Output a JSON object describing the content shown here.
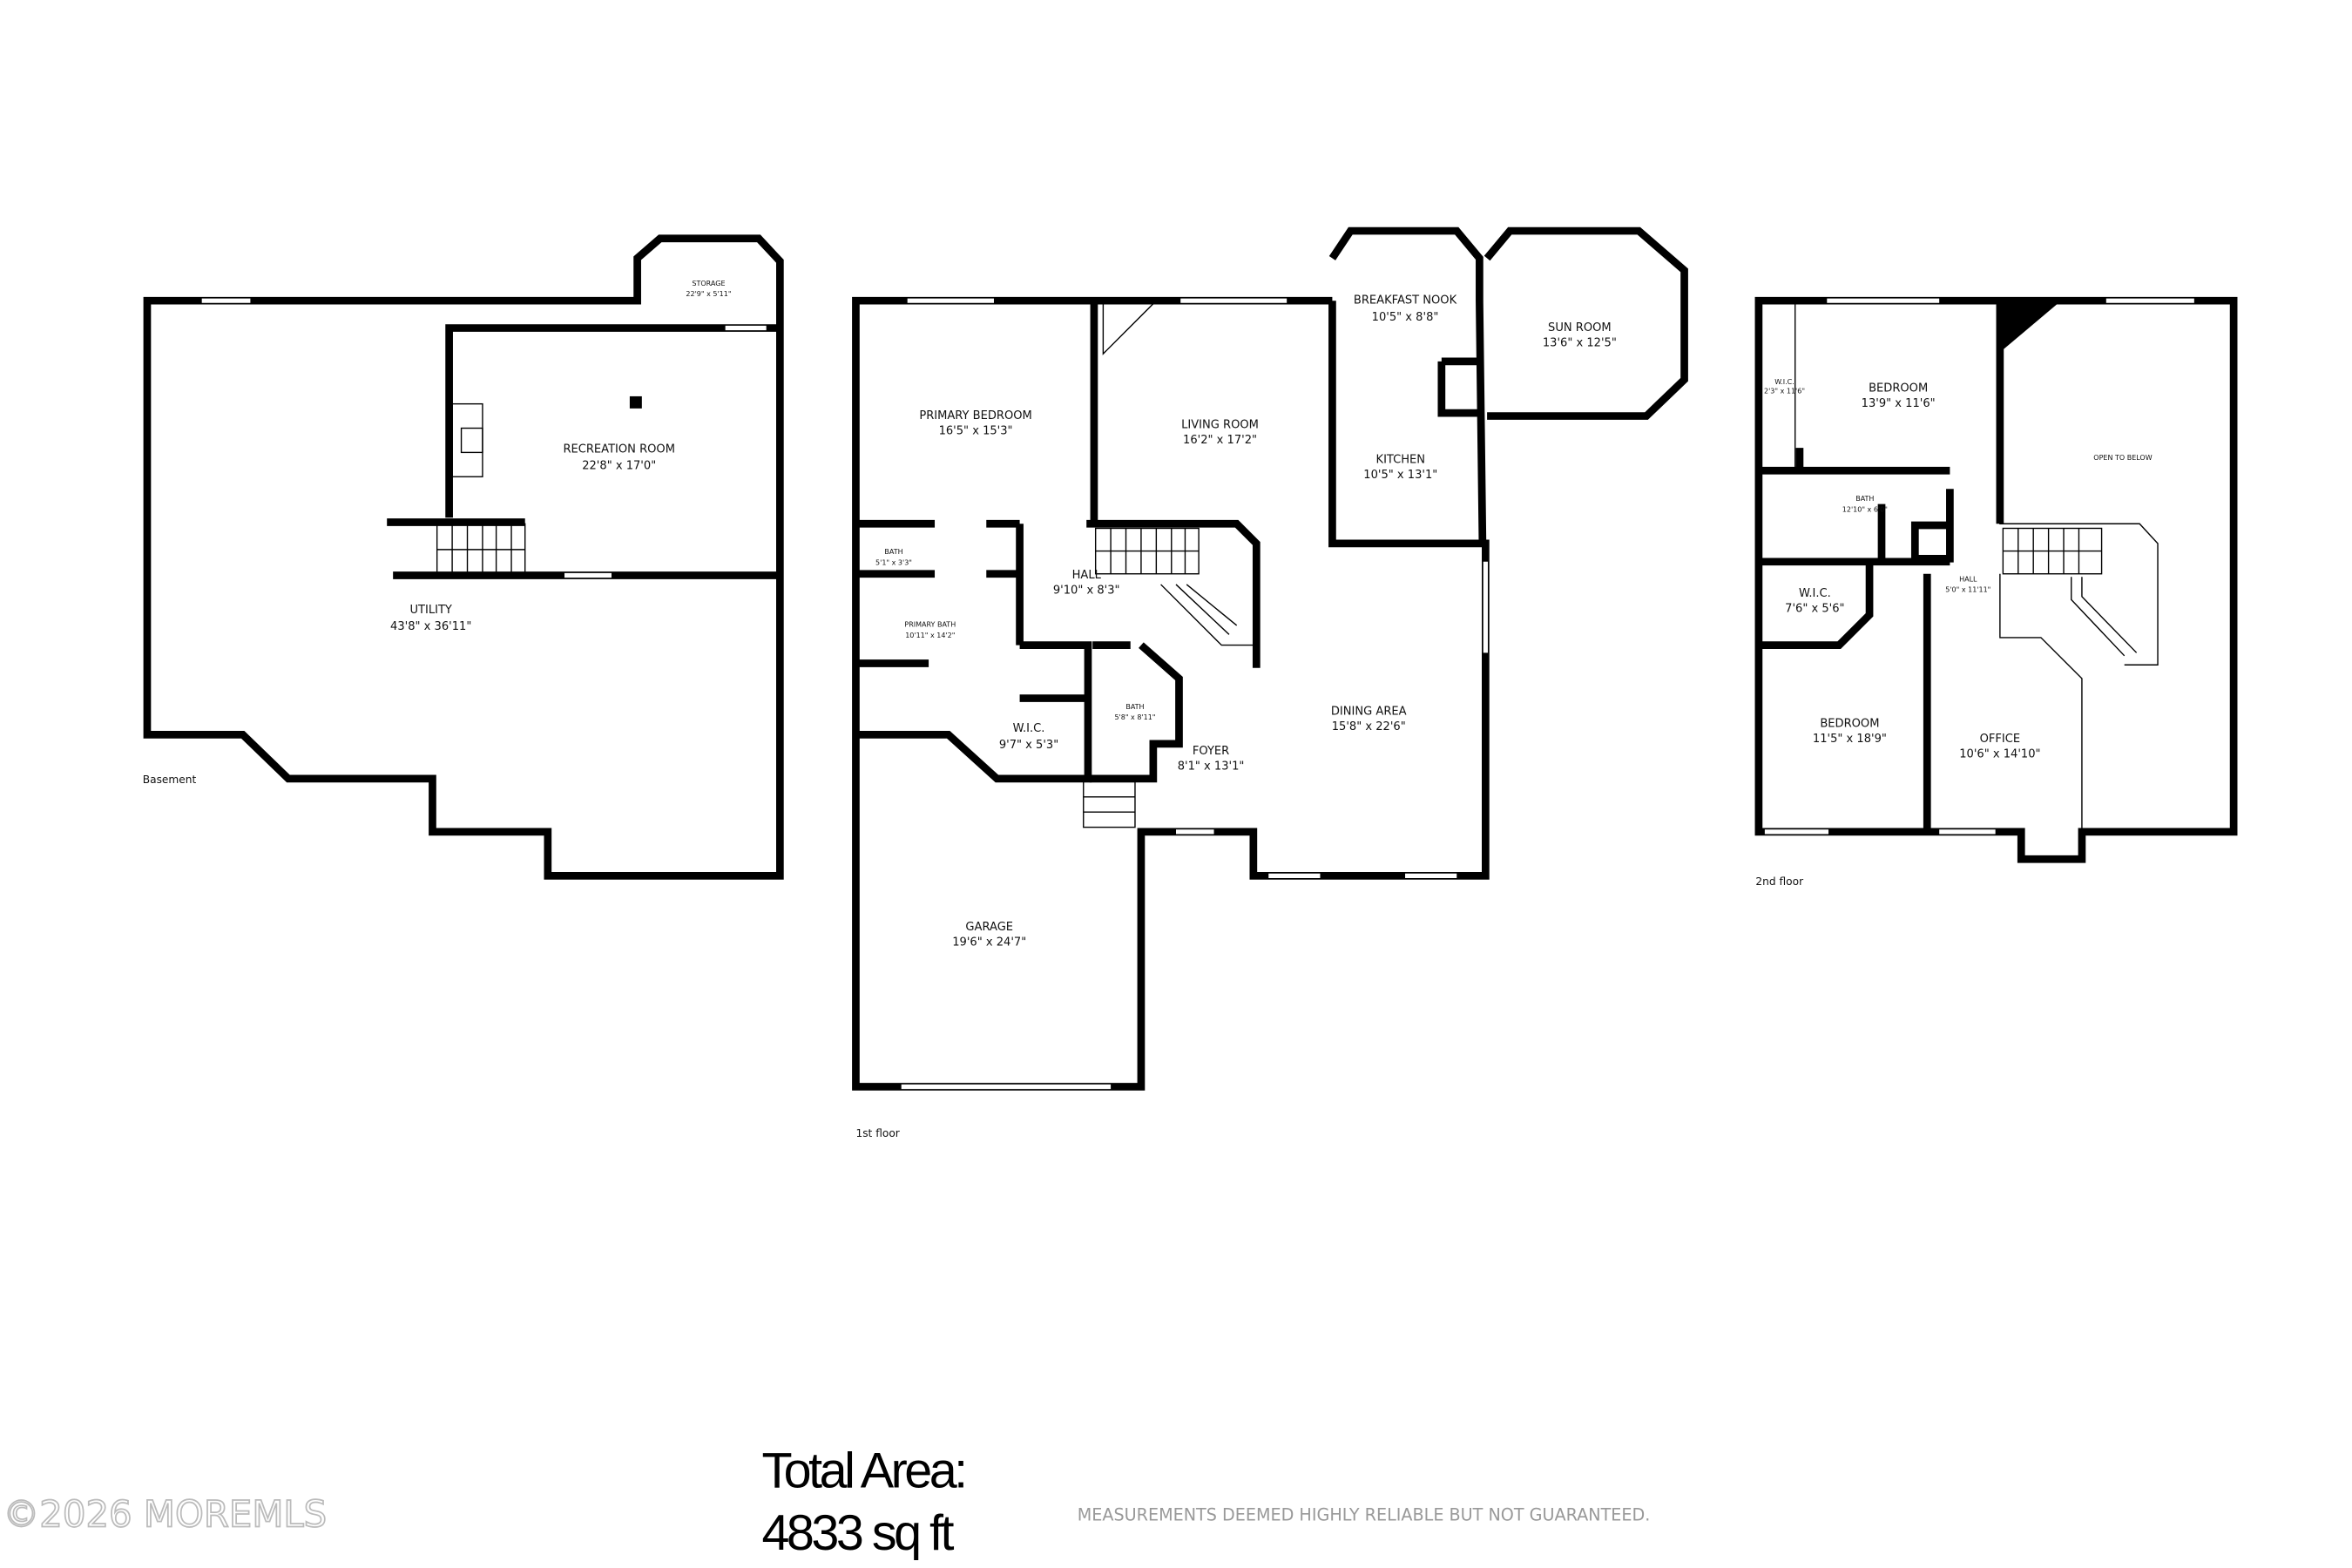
{
  "floors": {
    "basement": {
      "label": "Basement",
      "rooms": [
        {
          "name": "STORAGE",
          "size": "22'9\" x 5'11\""
        },
        {
          "name": "RECREATION ROOM",
          "size": "22'8\" x 17'0\""
        },
        {
          "name": "UTILITY",
          "size": "43'8\" x 36'11\""
        }
      ]
    },
    "first": {
      "label": "1st floor",
      "rooms": [
        {
          "name": "PRIMARY BEDROOM",
          "size": "16'5\" x 15'3\""
        },
        {
          "name": "LIVING ROOM",
          "size": "16'2\" x 17'2\""
        },
        {
          "name": "BREAKFAST NOOK",
          "size": "10'5\" x 8'8\""
        },
        {
          "name": "SUN ROOM",
          "size": "13'6\" x 12'5\""
        },
        {
          "name": "KITCHEN",
          "size": "10'5\" x 13'1\""
        },
        {
          "name": "BATH",
          "size": "5'1\" x 3'3\""
        },
        {
          "name": "HALL",
          "size": "9'10\" x 8'3\""
        },
        {
          "name": "PRIMARY BATH",
          "size": "10'11\" x 14'2\""
        },
        {
          "name": "BATH",
          "size": "5'8\" x 8'11\""
        },
        {
          "name": "W.I.C.",
          "size": "9'7\" x 5'3\""
        },
        {
          "name": "FOYER",
          "size": "8'1\" x 13'1\""
        },
        {
          "name": "DINING AREA",
          "size": "15'8\" x 22'6\""
        },
        {
          "name": "GARAGE",
          "size": "19'6\" x 24'7\""
        }
      ]
    },
    "second": {
      "label": "2nd floor",
      "rooms": [
        {
          "name": "W.I.C.",
          "size": "2'3\" x 11'6\""
        },
        {
          "name": "BEDROOM",
          "size": "13'9\" x 11'6\""
        },
        {
          "name": "OPEN TO BELOW",
          "size": ""
        },
        {
          "name": "BATH",
          "size": "12'10\" x 6'0\""
        },
        {
          "name": "HALL",
          "size": "5'0\" x 11'11\""
        },
        {
          "name": "W.I.C.",
          "size": "7'6\" x 5'6\""
        },
        {
          "name": "BEDROOM",
          "size": "11'5\" x 18'9\""
        },
        {
          "name": "OFFICE",
          "size": "10'6\" x 14'10\""
        }
      ]
    }
  },
  "total_area": {
    "label": "Total Area:",
    "value": "4833 sq ft"
  },
  "disclaimer": "MEASUREMENTS DEEMED HIGHLY RELIABLE BUT NOT GUARANTEED.",
  "watermark": "©2026 MOREMLS"
}
